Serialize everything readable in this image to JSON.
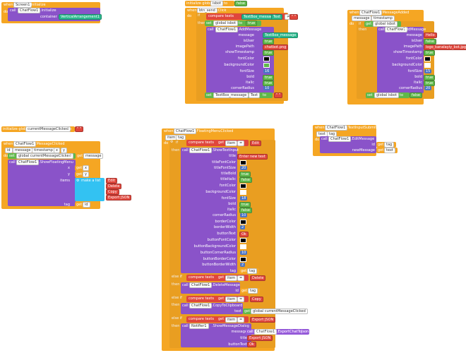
{
  "screen_init": {
    "when": "when",
    "component": "Screen1",
    "event": ".Initialize",
    "do": "do",
    "call": "call",
    "target": "ChatFlow1",
    "method": ".Initialize",
    "param": "container",
    "value": "VerticalArrangement1"
  },
  "global_isbot": {
    "init": "initialize global",
    "name": "isbot",
    "to": "to",
    "value": "false"
  },
  "btn_send": {
    "when": "when",
    "component": "btn_send",
    "event": ".Click",
    "do": "do",
    "if": "if",
    "then": "then",
    "compare": "compare texts",
    "textbox": "TextBox_message",
    "text": "Text",
    "op": "≠",
    "empty": "\" \"",
    "set": "set",
    "global_isbot": "global isbot",
    "to": "to",
    "true": "true",
    "call": "call",
    "chatflow": "ChatFlow1",
    "method": ".AddMessage",
    "params": [
      "message",
      "isUser",
      "imagePath",
      "showTimestamp",
      "fontColor",
      "backgroundColor",
      "fontSize",
      "bold",
      "italic",
      "cornerRadius"
    ],
    "isUser": "true",
    "imagePath": "chatbot.png",
    "showTimestamp": "true",
    "fontSize": "16",
    "bold": "true",
    "italic": "true",
    "cornerRadius": "10",
    "set_text": "set",
    "text_target": "TextBox_message",
    "text_prop": "Text",
    "text_to": "to",
    "text_val": "\" \""
  },
  "msg_added": {
    "when": "when",
    "component": "ChatFlow1",
    "event": ".MessageAdded",
    "params": [
      "message",
      "timestamp"
    ],
    "do": "do",
    "if": "if",
    "get": "get",
    "global_isbot": "global isbot",
    "then": "then",
    "call": "call",
    "chatflow": "ChatFlow1",
    "method": ".AddMessage",
    "labels": [
      "message",
      "isUser",
      "imagePath",
      "showTimestamp",
      "fontColor",
      "backgroundColor",
      "fontSize",
      "bold",
      "italic",
      "cornerRadius"
    ],
    "message": "Hello",
    "isUser": "false",
    "imagePath": "logo_kanalayiy_bot.jpg",
    "showTimestamp": "true",
    "fontSize": "15",
    "bold": "true",
    "italic": "true",
    "cornerRadius": "20",
    "set": "set",
    "set_target": "global isbot",
    "set_to": "to",
    "set_val": "false"
  },
  "global_current": {
    "init": "initialize global",
    "name": "currentMessageClicked",
    "to": "to",
    "value": "\" \""
  },
  "msg_clicked": {
    "when": "when",
    "component": "ChatFlow1",
    "event": ".MessageClicked",
    "params": [
      "id",
      "message",
      "timestamp",
      "x",
      "y"
    ],
    "do": "do",
    "set": "set",
    "var": "global currentMessageClicked",
    "to": "to",
    "get": "get",
    "get_msg": "message",
    "call": "call",
    "chatflow": "ChatFlow1",
    "method": ".ShowFloatingMenu",
    "x": "x",
    "y": "y",
    "items": "items",
    "tag": "tag",
    "get_x": "x",
    "get_y": "y",
    "get_id": "id",
    "make_list": "make a list",
    "list": [
      "Edit",
      "Delete",
      "Copy",
      "Export JSON"
    ]
  },
  "float_clicked": {
    "when": "when",
    "component": "ChatFlow1",
    "event": ".FloatingMenuClicked",
    "params": [
      "item",
      "tag"
    ],
    "do": "do",
    "if": "if",
    "then": "then",
    "elseif": "else if",
    "compare": "compare texts",
    "get": "get",
    "item": "item",
    "op": "=",
    "edit": "Edit",
    "delete": "Delete",
    "copy": "Copy",
    "export": "Export JSON",
    "call": "call",
    "chatflow": "ChatFlow1",
    "show_text": ".ShowTextInput",
    "ti_labels": [
      "title",
      "titleFontColor",
      "titleFontSize",
      "titleBold",
      "titleItalic",
      "fontColor",
      "backgroundColor",
      "fontSize",
      "bold",
      "italic",
      "cornerRadius",
      "borderColor",
      "borderWidth",
      "buttonText",
      "buttonFontColor",
      "buttonBackgroundColor",
      "buttonCornerRadius",
      "buttonBorderColor",
      "buttonBorderWidth",
      "tag"
    ],
    "ti_title": "Enter new text",
    "ti_titleFontSize": "20",
    "ti_titleBold": "true",
    "ti_titleItalic": "false",
    "ti_fontSize": "18",
    "ti_bold": "true",
    "ti_italic": "false",
    "ti_cornerRadius": "10",
    "ti_borderWidth": "2",
    "ti_buttonText": "Ok",
    "ti_buttonCornerRadius": "10",
    "ti_buttonBorderWidth": "2",
    "get_tag": "tag",
    "delete_method": ".DeleteMessage",
    "id": "id",
    "copy_method": ".CopyToClipboard",
    "text": "text",
    "copy_var": "global currentMessageClicked",
    "notifier": "Notifier1",
    "show_dialog": ".ShowMessageDialog",
    "message": "message",
    "export_method": ".ExportChatToJson",
    "title": "title",
    "export_title": "Export JSON",
    "buttonText": "buttonText",
    "ok": "Ok"
  },
  "text_submitted": {
    "when": "when",
    "component": "ChatFlow1",
    "event": ".TextInputSubmitted",
    "params": [
      "text",
      "tag"
    ],
    "do": "do",
    "call": "call",
    "chatflow": "ChatFlow1",
    "method": ".EditMessage",
    "id": "id",
    "newMessage": "newMessage",
    "get": "get",
    "get_tag": "tag",
    "get_text": "text"
  },
  "colors": {
    "event": "#f5a623",
    "call": "#8a53c9",
    "logic": "#5fb84a",
    "text": "#e0463c",
    "math": "#4b74c4",
    "list": "#33c2f2",
    "component": "#2ab88d"
  }
}
